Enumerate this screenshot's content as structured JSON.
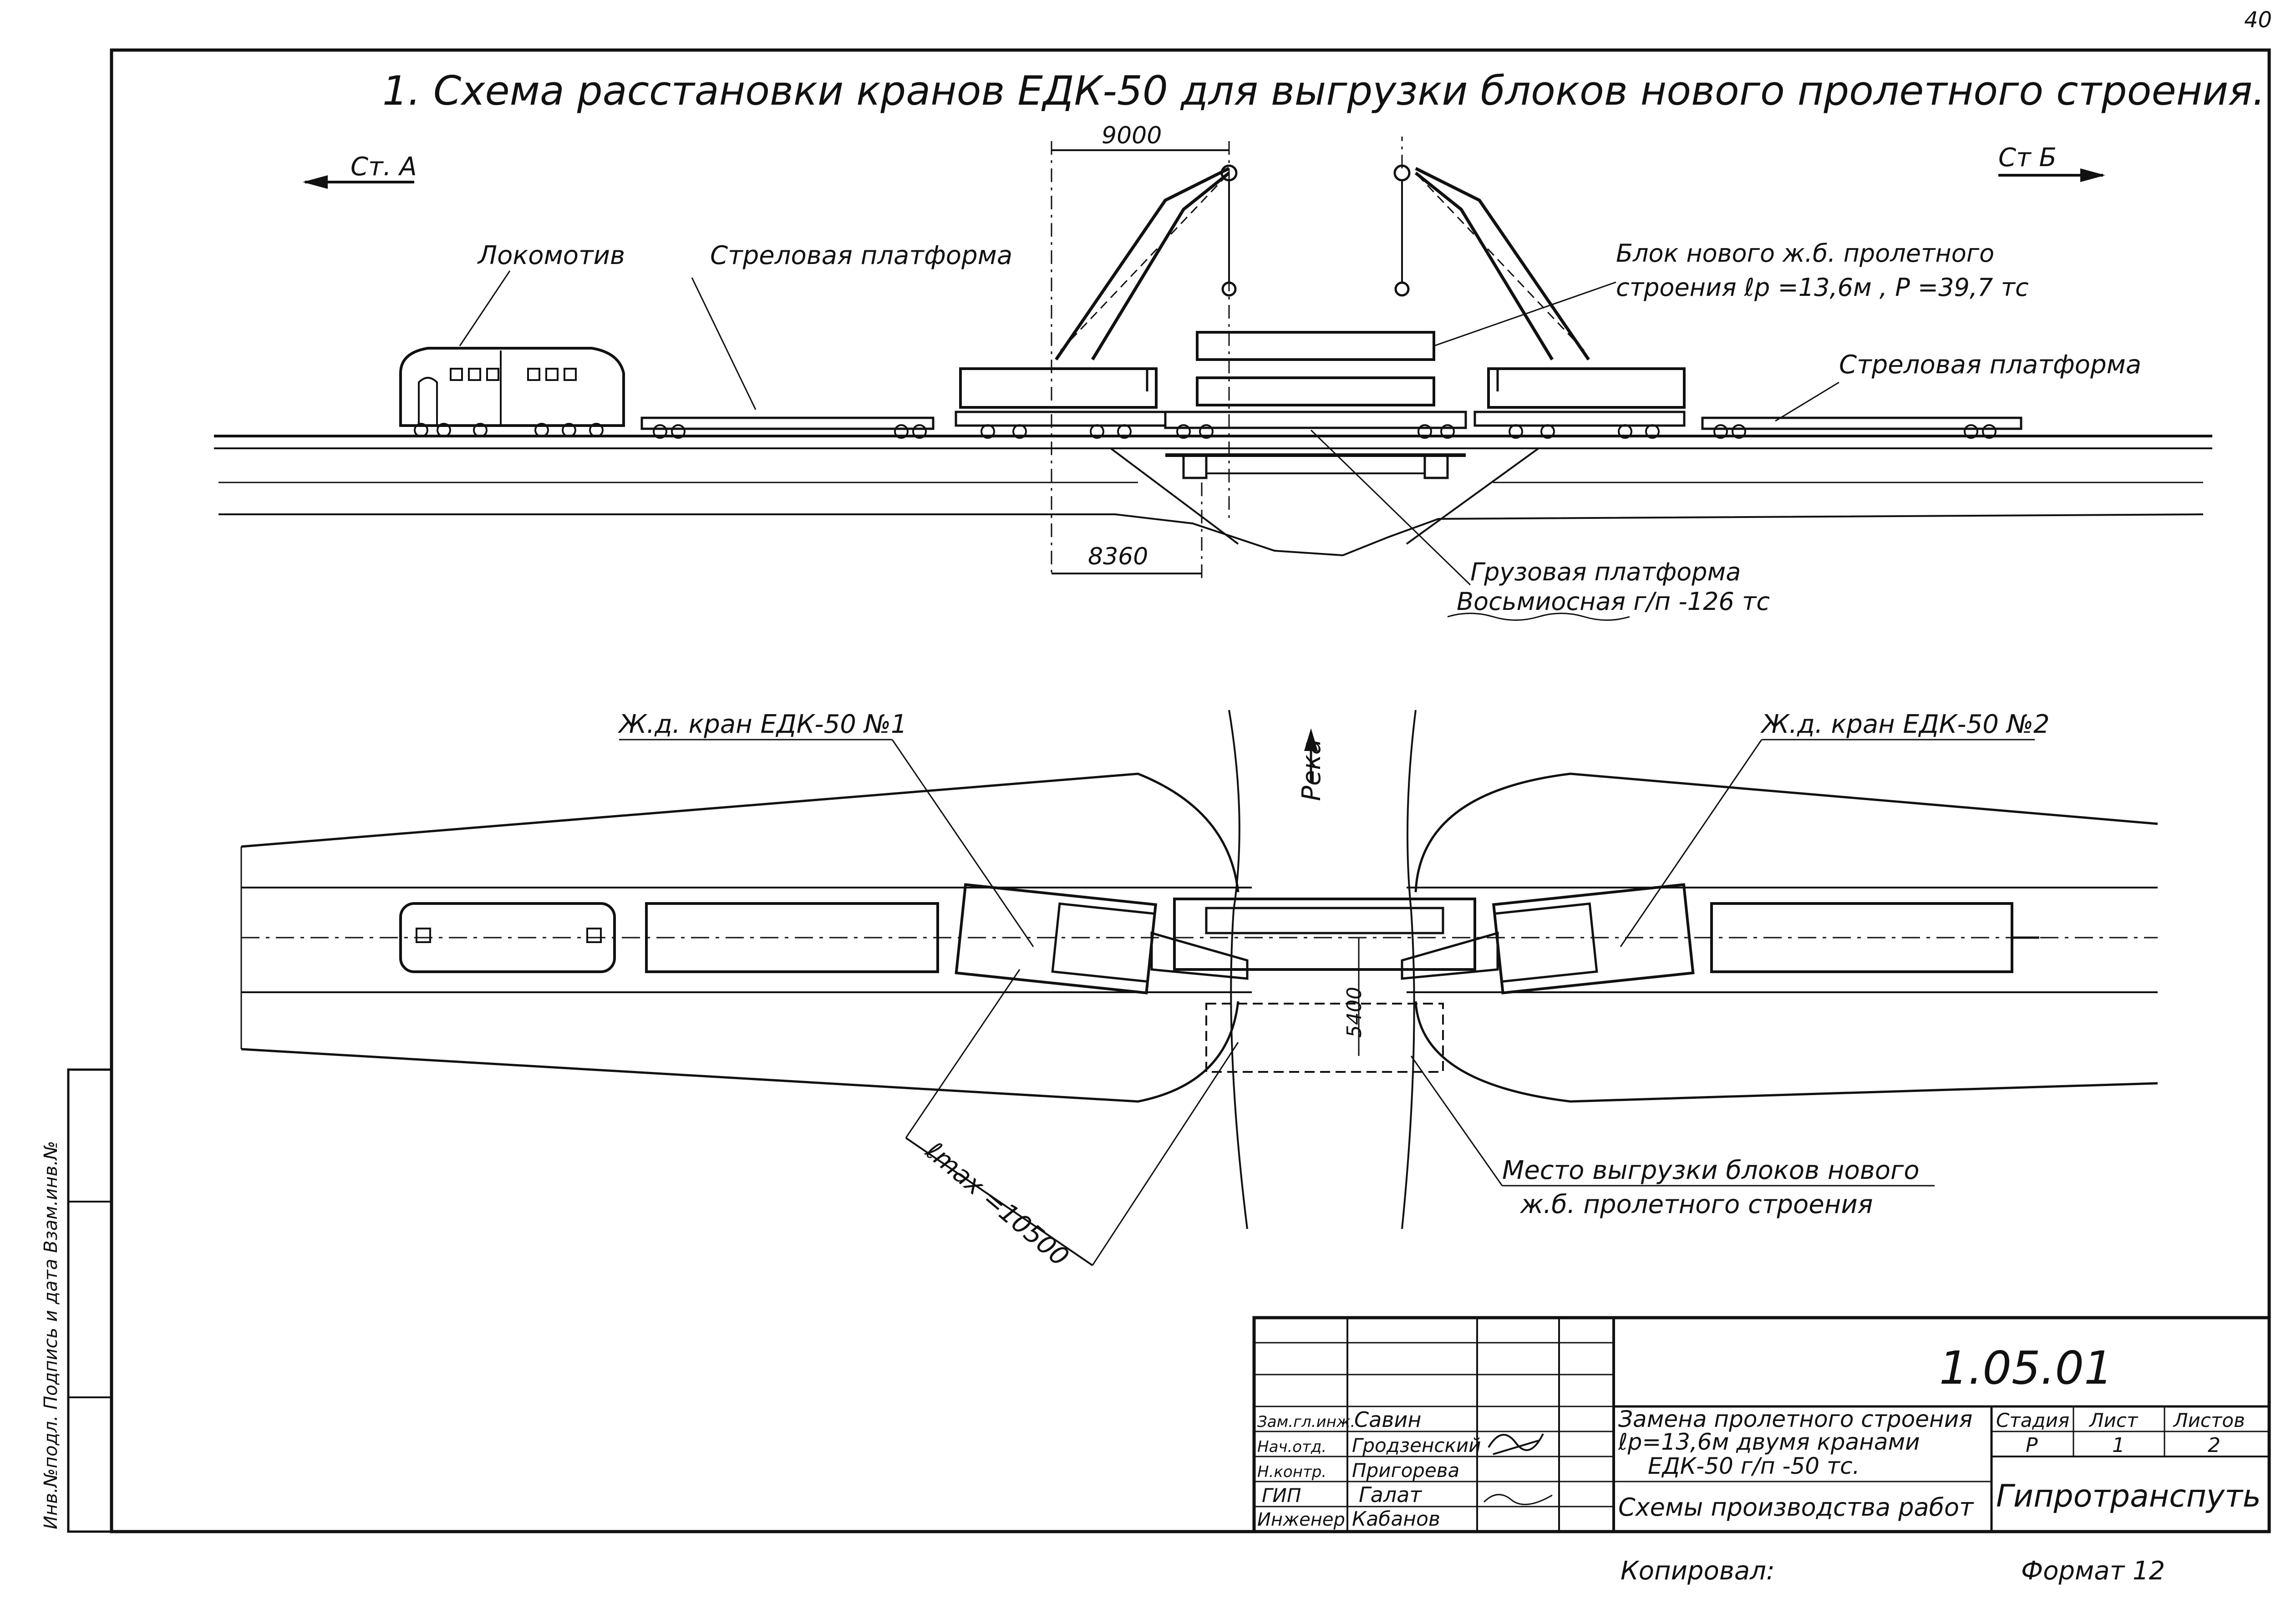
{
  "sheet": {
    "page_number": "40",
    "title": "1. Схема расстановки кранов ЕДК-50 для выгрузки блоков нового пролетного строения.",
    "copied_by_label": "Копировал:",
    "format_label": "Формат 12",
    "side_stamp": "Инв.№подл. Подпись и дата Взам.инв.№"
  },
  "elevation": {
    "station_left": "Ст. А",
    "station_right": "Ст Б",
    "dim_top": "9000",
    "dim_bottom": "8360",
    "locomotive": "Локомотив",
    "boom_platform_left": "Стреловая платформа",
    "boom_platform_right": "Стреловая платформа",
    "block_line1": "Блок нового ж.б. пролетного",
    "block_line2": "строения  ℓр =13,6м , Р =39,7 тс",
    "cargo_line1": "Грузовая платформа",
    "cargo_line2": "Восьмиосная г/п -126 тс"
  },
  "plan": {
    "crane1": "Ж.д. кран ЕДК-50 №1",
    "crane2": "Ж.д. кран ЕДК-50 №2",
    "river": "Река",
    "dim_5400": "5400",
    "lmax": "ℓmax =10500",
    "unload_line1": "Место выгрузки блоков нового",
    "unload_line2": "ж.б. пролетного строения"
  },
  "title_block": {
    "code": "1.05.01",
    "roles": [
      "Зам.гл.инж.",
      "Нач.отд.",
      "Н.контр.",
      "ГИП",
      "Инженер"
    ],
    "names": [
      "Савин",
      "Гродзенский",
      "Пригорева",
      "Галат",
      "Кабанов"
    ],
    "description_line1": "Замена пролетного строения",
    "description_line2": "ℓр=13,6м двумя кранами",
    "description_line3": "ЕДК-50  г/п -50 тс.",
    "sheet_name": "Схемы производства работ",
    "stage_label": "Стадия",
    "sheet_label": "Лист",
    "sheets_label": "Листов",
    "stage_value": "Р",
    "sheet_value": "1",
    "sheets_value": "2",
    "organization": "Гипротранспуть"
  }
}
